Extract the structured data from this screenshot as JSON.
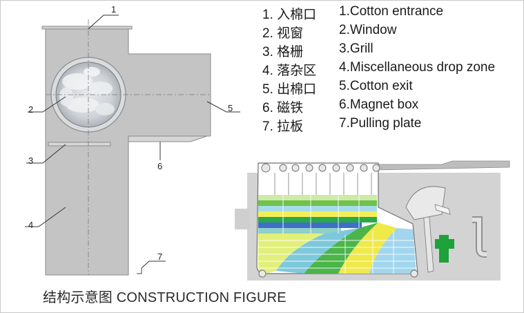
{
  "legend": [
    {
      "num": "1.",
      "cn": "入棉口",
      "en": "1.Cotton entrance"
    },
    {
      "num": "2.",
      "cn": "视窗",
      "en": "2.Window"
    },
    {
      "num": "3.",
      "cn": "格栅",
      "en": "3.Grill"
    },
    {
      "num": "4.",
      "cn": "落杂区",
      "en": "4.Miscellaneous drop zone"
    },
    {
      "num": "5.",
      "cn": "出棉口",
      "en": "5.Cotton exit"
    },
    {
      "num": "6.",
      "cn": "磁铁",
      "en": "6.Magnet box"
    },
    {
      "num": "7.",
      "cn": "拉板",
      "en": "7.Pulling plate"
    }
  ],
  "callouts": [
    "1",
    "2",
    "3",
    "4",
    "5",
    "6",
    "7"
  ],
  "caption": "结构示意图 CONSTRUCTION FIGURE"
}
